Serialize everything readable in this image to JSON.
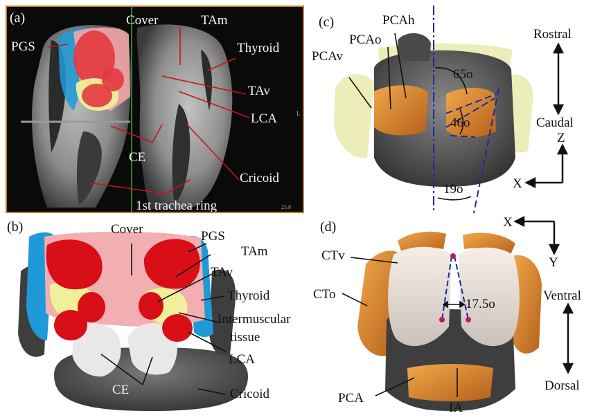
{
  "panel_a": {
    "tag": "(a)",
    "labels": {
      "pgs": "PGS",
      "cover": "Cover",
      "tam": "TAm",
      "thyroid": "Thyroid",
      "tav": "TAv",
      "lca": "LCA",
      "ce": "CE",
      "cricoid": "Cricoid",
      "trachea": "1st trachea ring",
      "scale": "25.8",
      "marker_l": "L"
    }
  },
  "panel_b": {
    "tag": "(b)",
    "labels": {
      "cover": "Cover",
      "pgs": "PGS",
      "tam": "TAm",
      "tav": "TAv",
      "thyroid": "Thyroid",
      "intermuscular_1": "Intermuscular",
      "intermuscular_2": "tissue",
      "lca": "LCA",
      "ce": "CE",
      "cricoid": "Cricoid"
    }
  },
  "panel_c": {
    "tag": "(c)",
    "labels": {
      "pcah": "PCAh",
      "pcao": "PCAo",
      "pcav": "PCAv"
    },
    "angles": {
      "a65": "65o",
      "a46": "46o",
      "a19": "19o"
    },
    "axes": {
      "rostral": "Rostral",
      "caudal": "Caudal",
      "z": "Z",
      "x": "X"
    }
  },
  "panel_d": {
    "tag": "(d)",
    "labels": {
      "ctv": "CTv",
      "cto": "CTo",
      "pca": "PCA",
      "ia": "IA"
    },
    "angles": {
      "a175": "17.5o"
    },
    "axes": {
      "x": "X",
      "y": "Y",
      "ventral": "Ventral",
      "dorsal": "Dorsal"
    }
  },
  "colors": {
    "muscle_red": "#d80f16",
    "pgs_blue": "#1f9ad8",
    "intermuscular_yellow": "#f0ef9a",
    "cover_pink": "#f2aeb0",
    "cartilage_gray": "#4a4a4a",
    "pca_orange": "#d9822b",
    "annotation_red": "#c4151b",
    "guide_blue": "#1a2aa0"
  }
}
